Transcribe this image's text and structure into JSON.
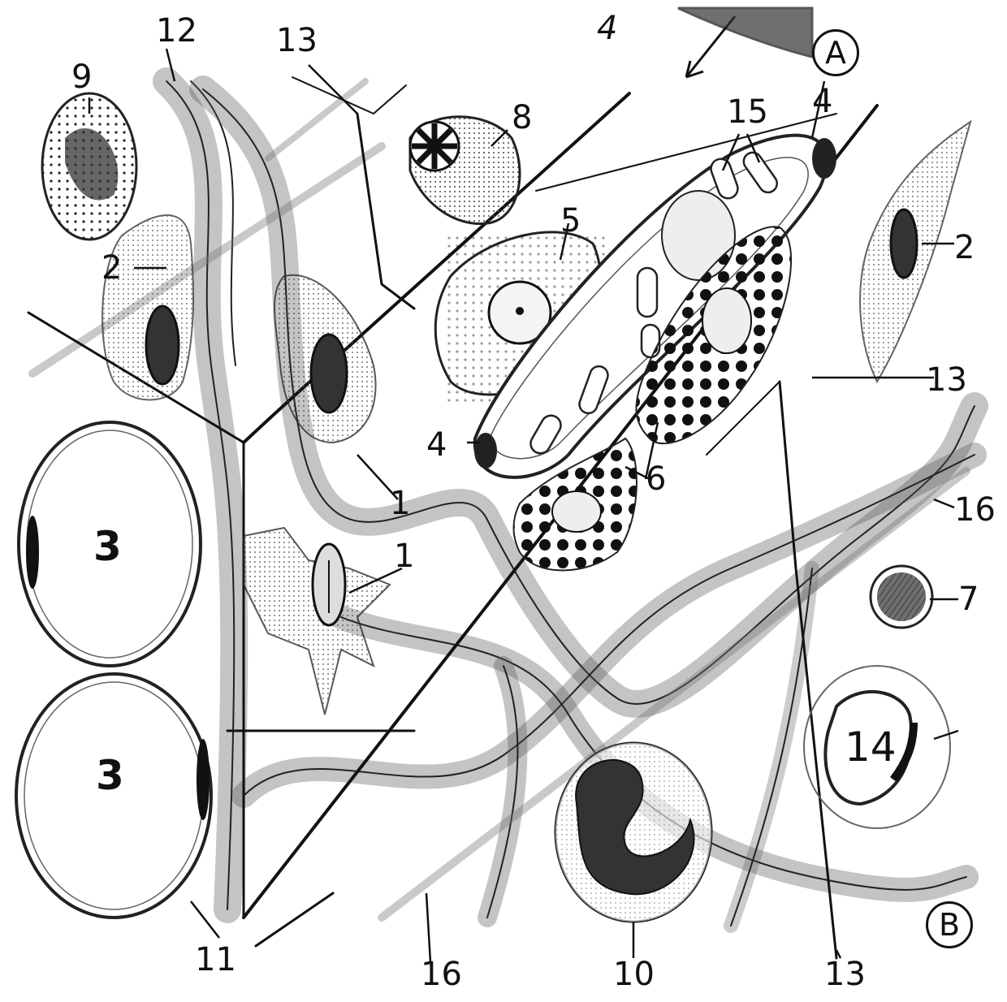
{
  "figure": {
    "labels": {
      "l1a": "1",
      "l1b": "1",
      "l2a": "2",
      "l2b": "2",
      "l3a": "3",
      "l3b": "3",
      "l4a": "4",
      "l4b": "4",
      "l4c": "4",
      "l5": "5",
      "l6": "6",
      "l7": "7",
      "l8": "8",
      "l9": "9",
      "l10": "10",
      "l11": "11",
      "l12": "12",
      "l13a": "13",
      "l13b": "13",
      "l13c": "13",
      "l14": "14",
      "l15": "15",
      "l16a": "16",
      "l16b": "16"
    },
    "markers": {
      "a": "A",
      "b": "B"
    },
    "colors": {
      "ink": "#111111",
      "paper": "#ffffff",
      "shade": "#b5b5b5"
    }
  }
}
